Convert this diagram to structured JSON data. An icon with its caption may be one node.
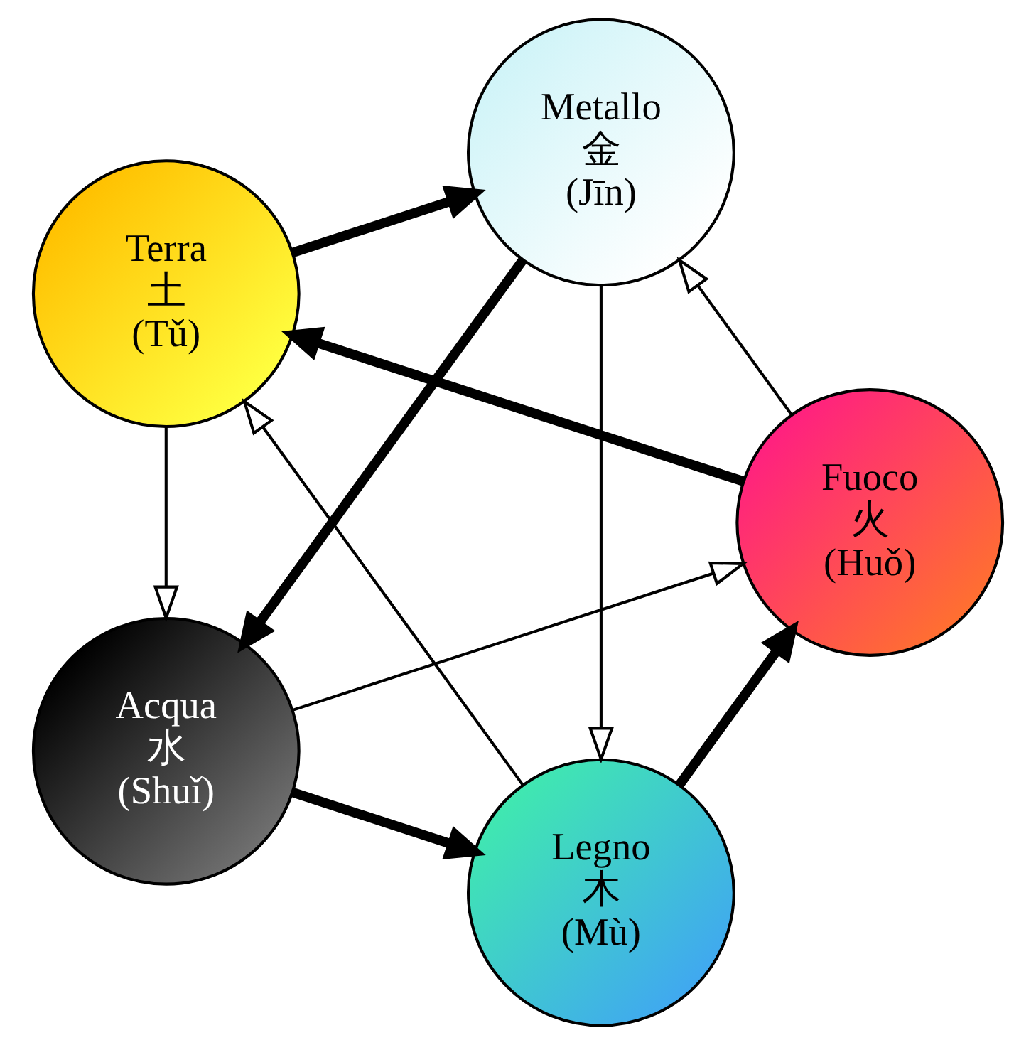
{
  "diagram": {
    "nodes": [
      {
        "text": [
          "Legno",
          "木",
          "(Mù)"
        ]
      },
      {
        "text": [
          "Fuoco",
          "火",
          "(Huǒ)"
        ]
      },
      {
        "text": [
          "Terra",
          "土",
          "(Tǔ)"
        ]
      },
      {
        "text": [
          "Metallo",
          "金",
          "(Jīn)"
        ]
      },
      {
        "text": [
          "Acqua",
          "水",
          "(Shuǐ)"
        ]
      }
    ],
    "edges": [
      {
        "from": 0,
        "to": 1,
        "arrow": "to",
        "style": "thick"
      },
      {
        "from": 1,
        "to": 2,
        "arrow": "to",
        "style": "thick"
      },
      {
        "from": 2,
        "to": 3,
        "arrow": "to",
        "style": "thick"
      },
      {
        "from": 3,
        "to": 4,
        "arrow": "to",
        "style": "thick"
      },
      {
        "from": 4,
        "to": 0,
        "arrow": "to",
        "style": "thick"
      },
      {
        "from": 0,
        "to": 2,
        "arrow": "to"
      },
      {
        "from": 2,
        "to": 4,
        "arrow": "to"
      },
      {
        "from": 4,
        "to": 1,
        "arrow": "to"
      },
      {
        "from": 1,
        "to": 3,
        "arrow": "to"
      },
      {
        "from": 3,
        "to": 0,
        "arrow": "to"
      }
    ]
  }
}
